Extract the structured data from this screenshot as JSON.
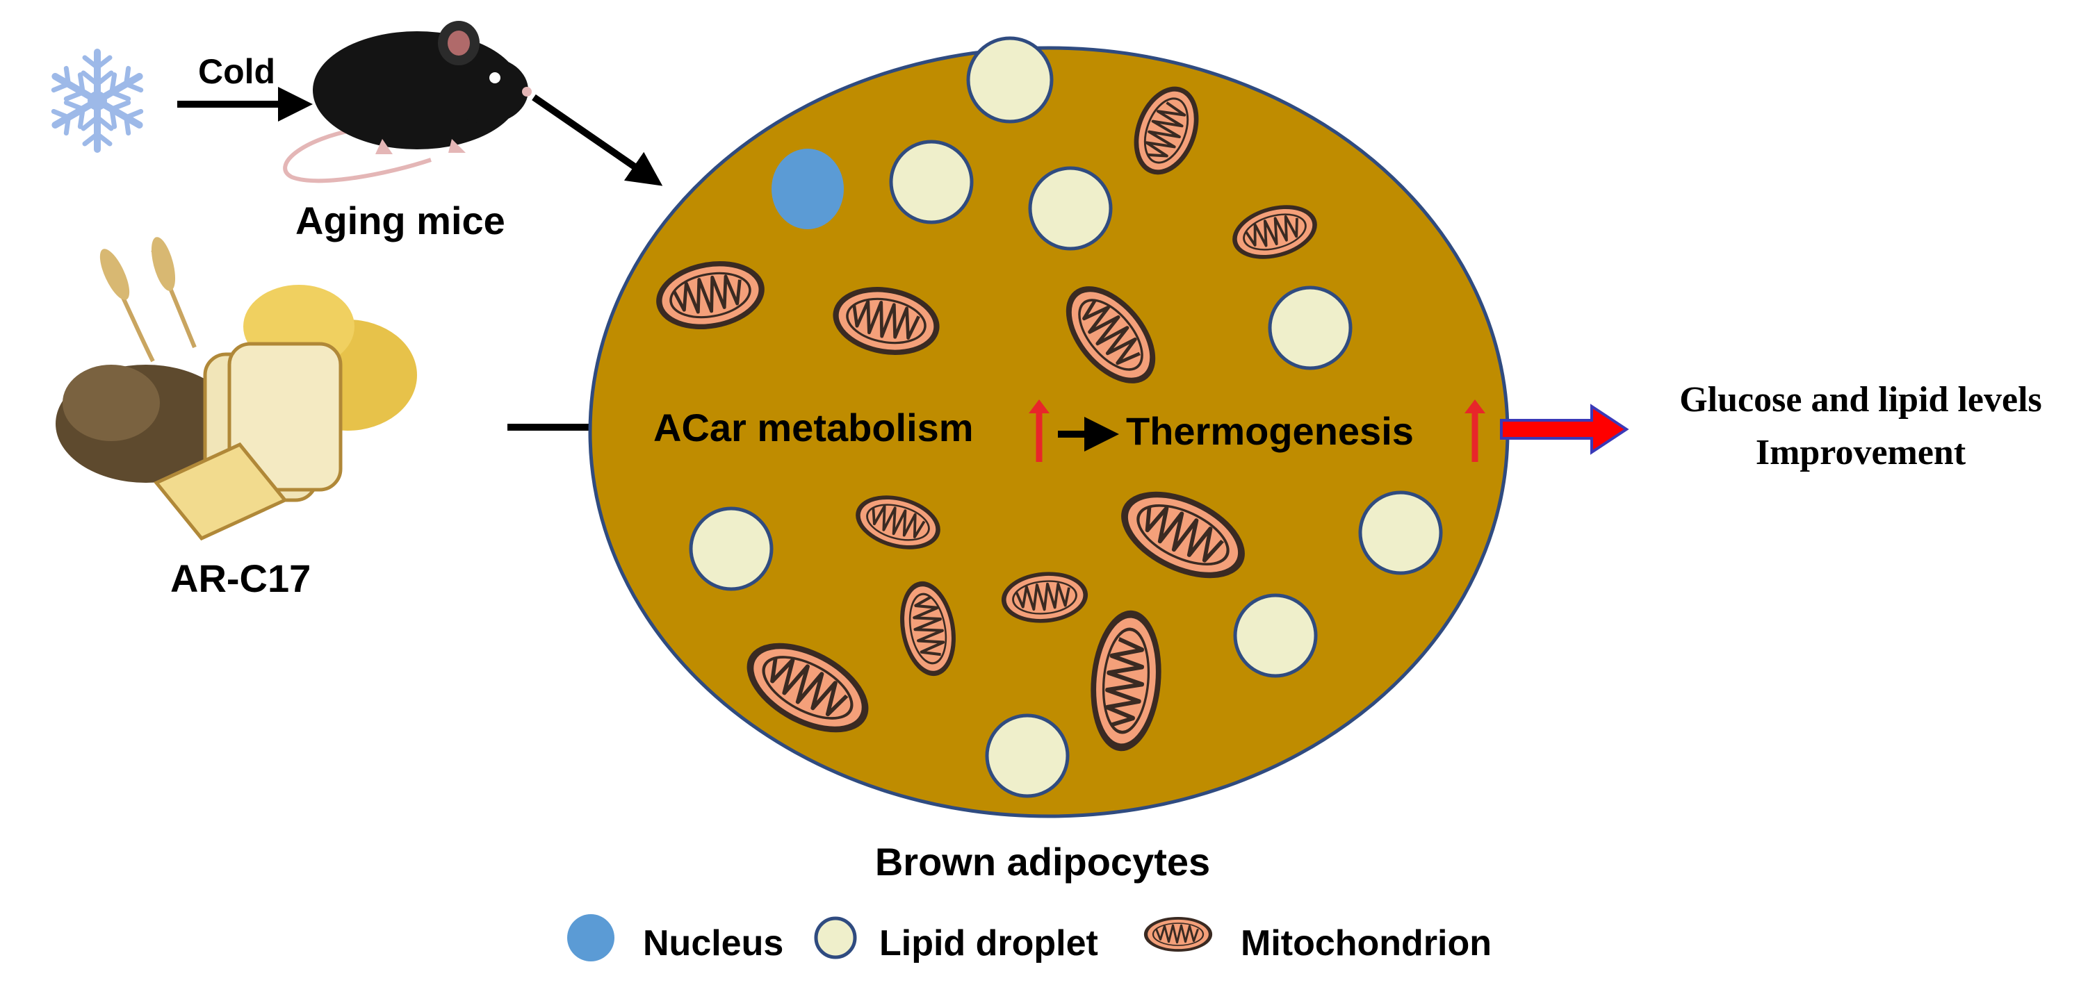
{
  "labels": {
    "cold": "Cold",
    "aging_mice": "Aging mice",
    "ar_c17": "AR-C17",
    "acar_metabolism": "ACar metabolism",
    "thermogenesis": "Thermogenesis",
    "outcome_line1": "Glucose and lipid levels",
    "outcome_line2": "Improvement",
    "cell_title": "Brown adipocytes"
  },
  "legend": {
    "nucleus": "Nucleus",
    "lipid_droplet": "Lipid droplet",
    "mitochondrion": "Mitochondrion"
  },
  "colors": {
    "cell_fill": "#BF8C00",
    "cell_stroke": "#2F4B80",
    "nucleus": "#5B9BD5",
    "lipid_droplet": "#EFEFCB",
    "mitochondrion": "#F4A07A",
    "mito_outline": "#3A2A22",
    "up_arrow": "#E8262A",
    "outcome_arrow": "#FF0000",
    "outcome_arrow_stroke": "#3A3AB8",
    "snowflake": "#9DB9E8"
  },
  "icons": {
    "snowflake": "snowflake-icon",
    "mouse": "mouse-icon",
    "bread": "bread-icon"
  }
}
